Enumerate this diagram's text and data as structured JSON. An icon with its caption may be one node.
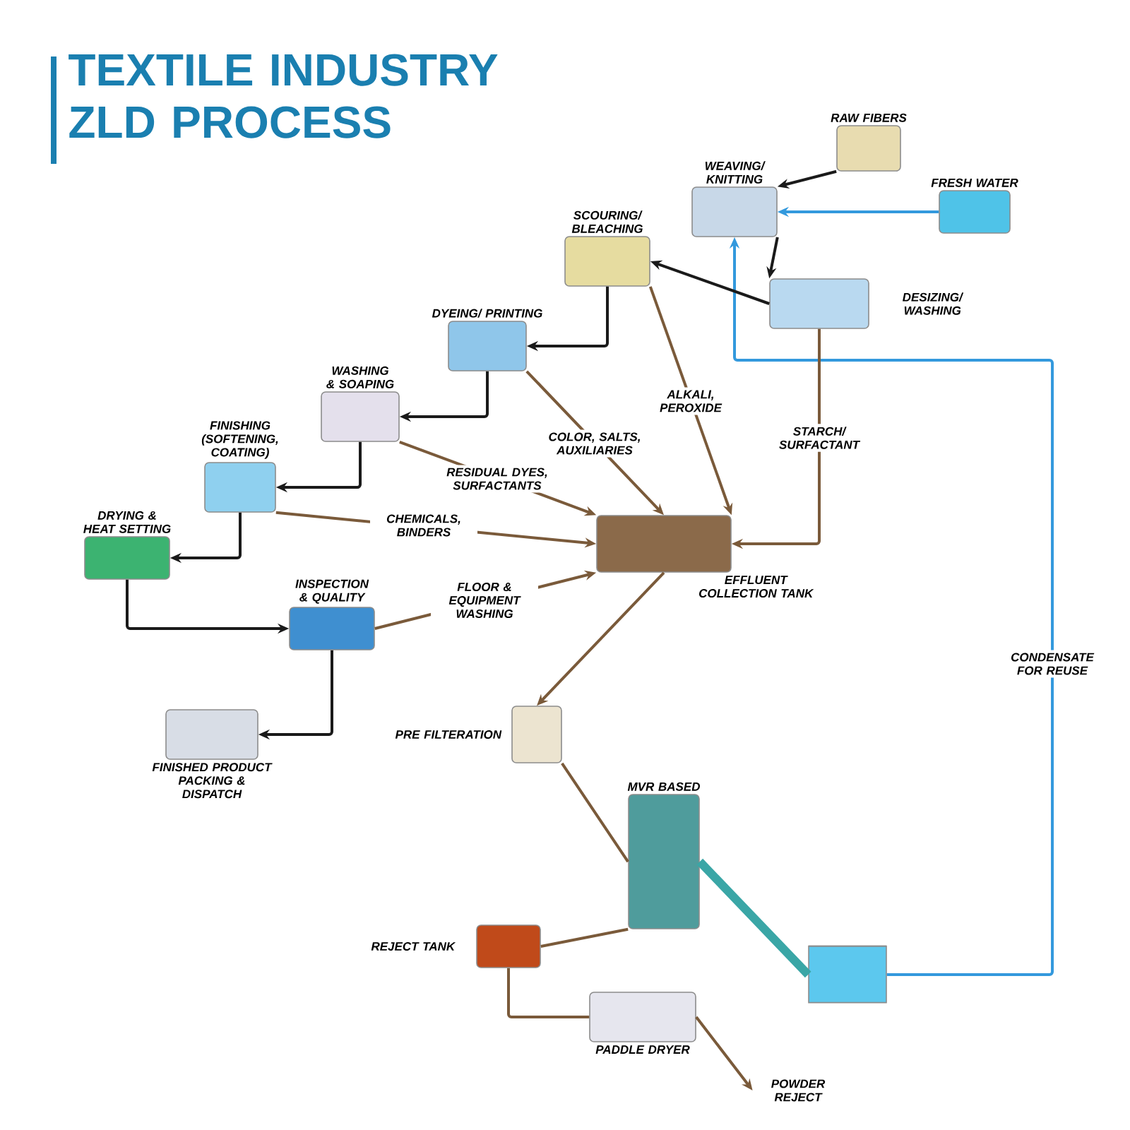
{
  "diagram": {
    "title": "TEXTILE INDUSTRY ZLD PROCESS",
    "nodes": [
      {
        "text": [
          "RAW FIBERS"
        ]
      },
      {
        "text": [
          "FRESH WATER"
        ]
      },
      {
        "text": [
          "WEAVING/ KNITTING"
        ]
      },
      {
        "text": [
          "DESIZING/ WASHING"
        ]
      },
      {
        "text": [
          "SCOURING/ BLEACHING"
        ]
      },
      {
        "text": [
          "DYEING/ PRINTING"
        ]
      },
      {
        "text": [
          "WASHING & SOAPING"
        ]
      },
      {
        "text": [
          "FINISHING (SOFTENING, COATING)"
        ]
      },
      {
        "text": [
          "DRYING & HEAT SETTING"
        ]
      },
      {
        "text": [
          "INSPECTION & QUALITY"
        ]
      },
      {
        "text": [
          "FINISHED PRODUCT PACKING & DISPATCH"
        ]
      },
      {
        "text": [
          "EFFLUENT COLLECTION TANK"
        ]
      },
      {
        "text": [
          "PRE FILTERATION"
        ]
      },
      {
        "text": [
          "MVR BASED"
        ]
      },
      {
        "text": [
          "REJECT TANK"
        ]
      },
      {
        "text": [
          "PADDLE DRYER"
        ]
      },
      {
        "text": [
          "POWDER REJECT"
        ]
      },
      {
        "text": [],
        "shape": "cylinder"
      }
    ],
    "edges": [
      {
        "from": 0,
        "to": 2,
        "arrow": "to",
        "color": "#1a1a1a"
      },
      {
        "from": 1,
        "to": 2,
        "arrow": "to",
        "color": "#3399dd"
      },
      {
        "from": 17,
        "to": 2,
        "arrow": "to",
        "color": "#3399dd",
        "label": "CONDENSATE FOR REUSE"
      },
      {
        "from": 2,
        "to": 3,
        "arrow": "to",
        "color": "#1a1a1a"
      },
      {
        "from": 3,
        "to": 4,
        "arrow": "to",
        "color": "#1a1a1a"
      },
      {
        "from": 4,
        "to": 5,
        "arrow": "to",
        "color": "#1a1a1a"
      },
      {
        "from": 5,
        "to": 6,
        "arrow": "to",
        "color": "#1a1a1a"
      },
      {
        "from": 6,
        "to": 7,
        "arrow": "to",
        "color": "#1a1a1a"
      },
      {
        "from": 7,
        "to": 8,
        "arrow": "to",
        "color": "#1a1a1a"
      },
      {
        "from": 8,
        "to": 9,
        "arrow": "to",
        "color": "#1a1a1a"
      },
      {
        "from": 9,
        "to": 10,
        "arrow": "to",
        "color": "#1a1a1a"
      },
      {
        "from": 3,
        "to": 11,
        "arrow": "to",
        "label": "STARCH/ SURFACTANT"
      },
      {
        "from": 4,
        "to": 11,
        "arrow": "to",
        "label": "ALKALI, PEROXIDE"
      },
      {
        "from": 5,
        "to": 11,
        "arrow": "to",
        "label": "COLOR, SALTS, AUXILIARIES"
      },
      {
        "from": 6,
        "to": 11,
        "arrow": "to",
        "label": "RESIDUAL DYES, SURFACTANTS"
      },
      {
        "from": 7,
        "to": 11,
        "arrow": "to",
        "label": "CHEMICALS, BINDERS"
      },
      {
        "from": 9,
        "to": 11,
        "arrow": "to",
        "label": "FLOOR & EQUIPMENT WASHING"
      },
      {
        "from": 11,
        "to": 12,
        "arrow": "to"
      },
      {
        "from": 12,
        "to": 13,
        "arrow": "none"
      },
      {
        "from": 13,
        "to": 14,
        "arrow": "none"
      },
      {
        "from": 14,
        "to": 15,
        "arrow": "none"
      },
      {
        "from": 15,
        "to": 16,
        "arrow": "to"
      },
      {
        "from": 13,
        "to": 17,
        "arrow": "none",
        "style": "thick",
        "color": "#3aa6a6"
      }
    ]
  }
}
